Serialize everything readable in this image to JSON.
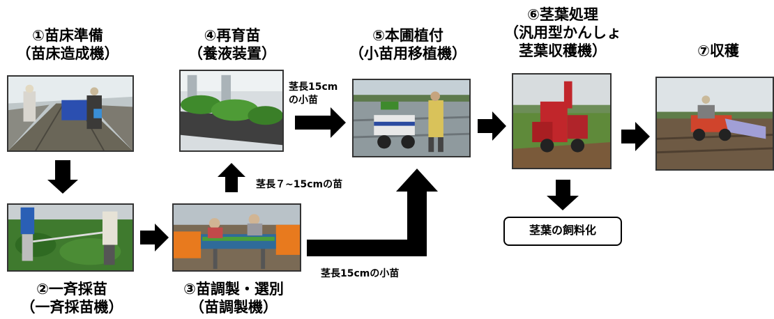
{
  "steps": {
    "s1": {
      "title": "①苗床準備",
      "sub": "（苗床造成機）"
    },
    "s2": {
      "title": "②一斉採苗",
      "sub": "（一斉採苗機）"
    },
    "s3": {
      "title": "③苗調製・選別",
      "sub": "（苗調製機）"
    },
    "s4": {
      "title": "④再育苗",
      "sub": "（養液装置）"
    },
    "s5": {
      "title": "⑤本圃植付",
      "sub": "（小苗用移植機）"
    },
    "s6": {
      "title": "⑥茎葉処理",
      "sub": "（汎用型かんしょ",
      "sub2": "茎葉収穫機）"
    },
    "s7": {
      "title": "⑦収穫"
    }
  },
  "labels": {
    "small_seedling_top_line1": "茎長15cm",
    "small_seedling_top_line2": "の小苗",
    "seedling_7_15": "茎長７~15cmの苗",
    "small_seedling_bottom": "茎長15cmの小苗"
  },
  "feed_box": "茎葉の飼料化",
  "colors": {
    "arrow": "#000000",
    "text": "#000000",
    "photo_border": "#333333"
  }
}
